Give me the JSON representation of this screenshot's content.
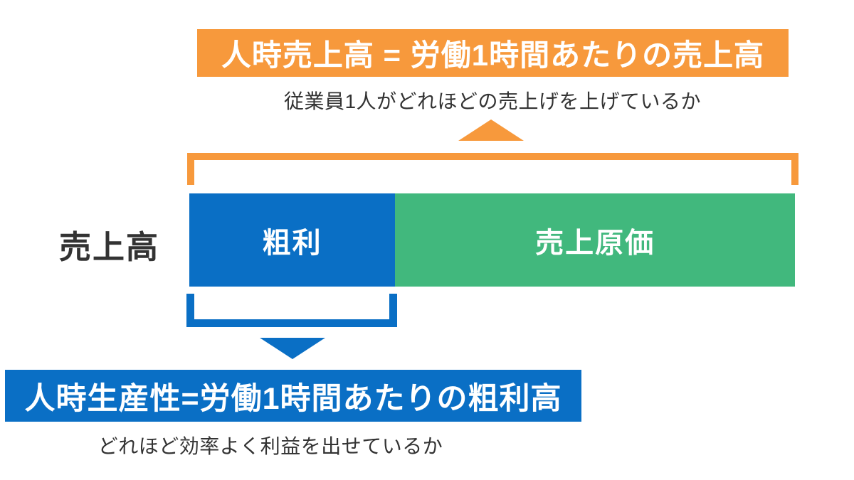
{
  "colors": {
    "orange": "#F7993C",
    "blue": "#0A6FC5",
    "green": "#41B87D",
    "text": "#333333",
    "banner_text": "#FFFFFF"
  },
  "top_section": {
    "banner_label": "人時売上高 = 労働1時間あたりの売上高",
    "caption": "従業員1人がどれほどの売上げを上げているか"
  },
  "bar": {
    "axis_label": "売上高",
    "segments": [
      {
        "label": "粗利",
        "color": "#0A6FC5",
        "width_pct": 34
      },
      {
        "label": "売上原価",
        "color": "#41B87D",
        "width_pct": 66
      }
    ]
  },
  "bottom_section": {
    "banner_label": "人時生産性=労働1時間あたりの粗利高",
    "caption": "どれほど効率よく利益を出せているか"
  }
}
